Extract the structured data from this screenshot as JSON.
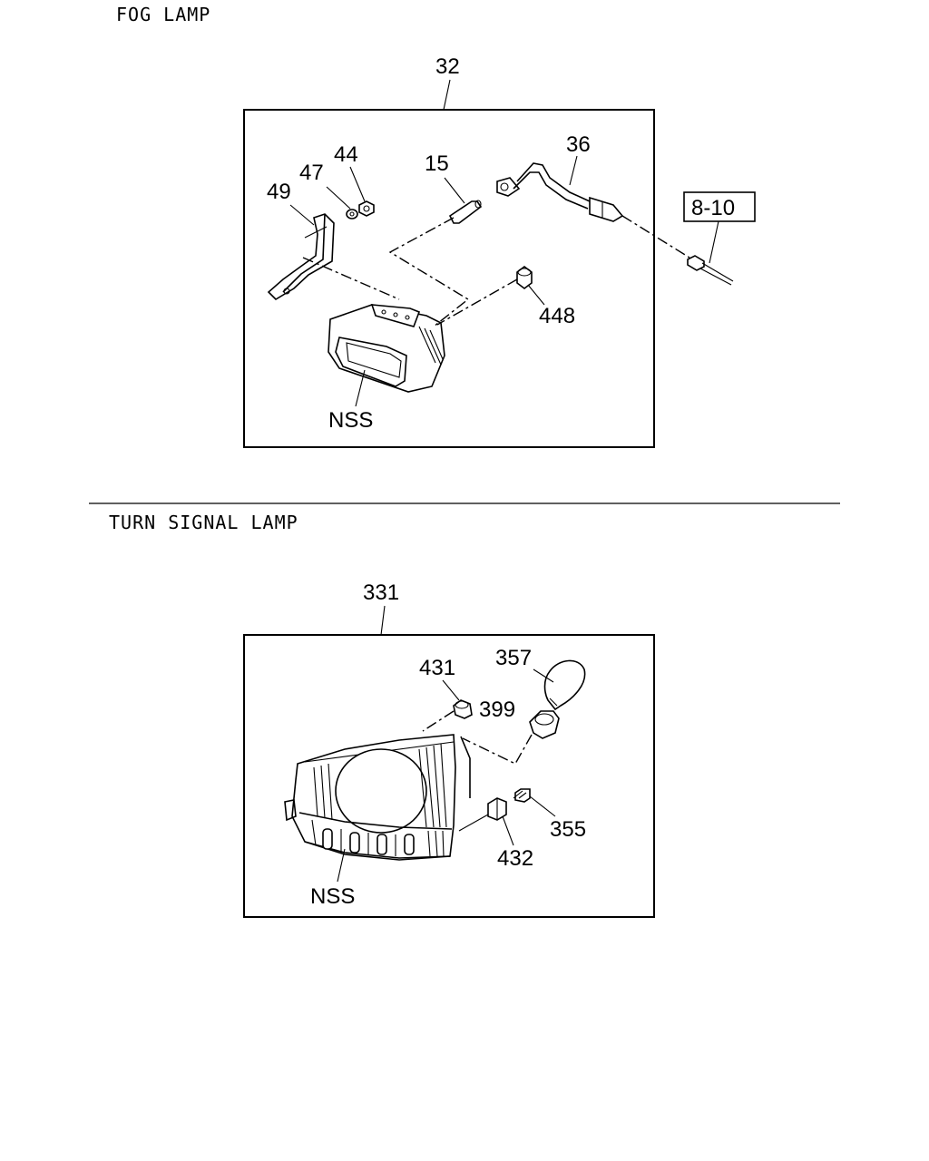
{
  "fog_lamp": {
    "title": "FOG LAMP",
    "assembly_label": "32",
    "callouts": {
      "p44": "44",
      "p47": "47",
      "p49": "49",
      "p15": "15",
      "p36": "36",
      "p448": "448",
      "nss": "NSS"
    },
    "reference": "8-10"
  },
  "turn_signal_lamp": {
    "title": "TURN SIGNAL LAMP",
    "assembly_label": "331",
    "callouts": {
      "p431": "431",
      "p357": "357",
      "p399": "399",
      "p355": "355",
      "p432": "432",
      "nss": "NSS"
    }
  }
}
